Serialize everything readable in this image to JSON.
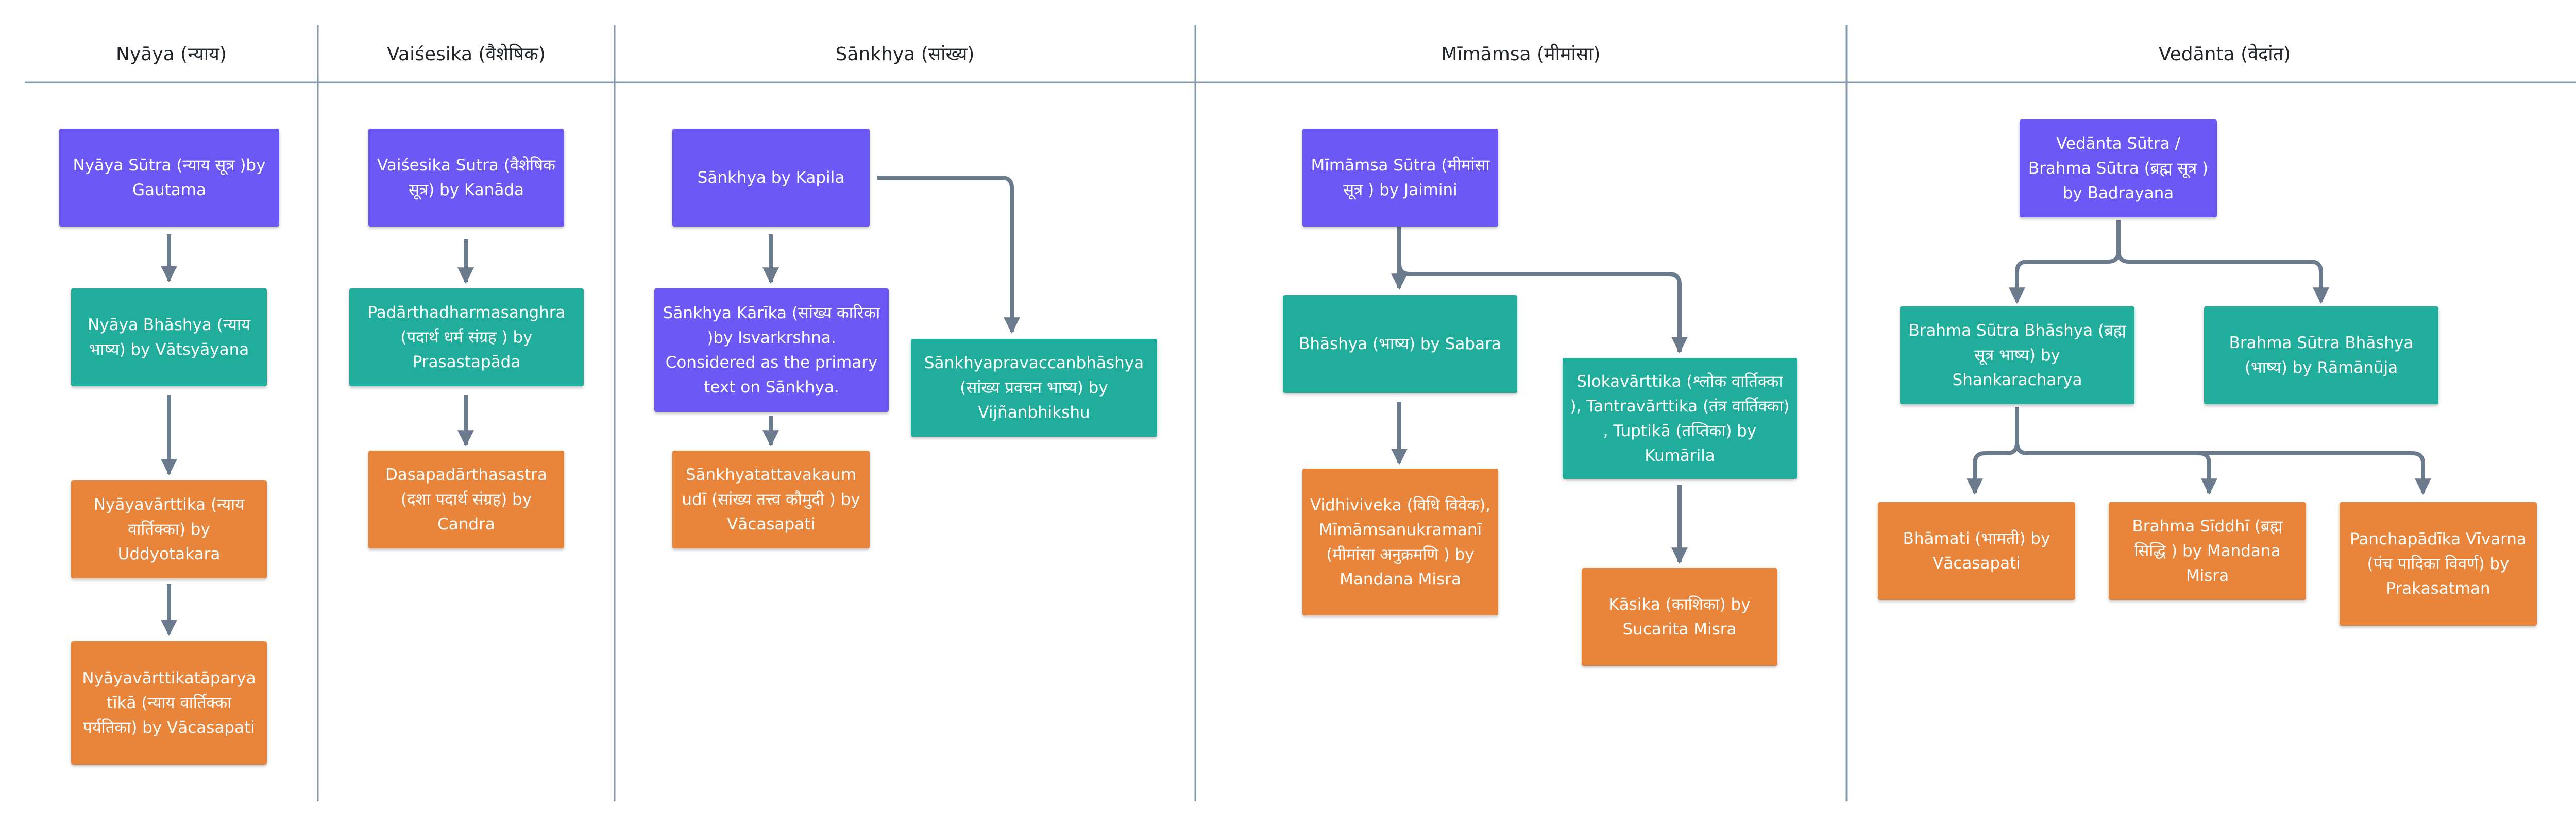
{
  "columns": [
    {
      "title": "Nyāya (न्याय)"
    },
    {
      "title": "Vaiśesika (वैशेषिक)"
    },
    {
      "title": "Sānkhya (सांख्य)"
    },
    {
      "title": "Mīmāmsa (मीमांसा)"
    },
    {
      "title": "Vedānta (वेदांत)"
    }
  ],
  "nodes": {
    "nyaya_sutra": "Nyāya Sūtra (न्याय सूत्र )by Gautama",
    "nyaya_bhashya": "Nyāya Bhāshya (न्याय भाष्य) by Vātsyāyana",
    "nyaya_varttika": "Nyāyavārttika (न्याय वार्तिक्का)  by Uddyotakara",
    "nyaya_varttika_tatparya": "Nyāyavārttikatāparya tīkā (न्याय वार्तिक्का पर्यतिका)  by Vācasapati",
    "vaisesika_sutra": "Vaiśesika Sutra (वैशेषिक सूत्र) by Kanāda",
    "padartha_dharma": "Padārthadharmasanghra (पदार्थ धर्म संग्रह ) by Prasastapāda",
    "dasapadartha": "Dasapadārthasastra (दशा पदार्थ संग्रह) by Candra",
    "sankhya_kapila": "Sānkhya by Kapila",
    "sankhya_karika": "Sānkhya Kārīka (सांख्य कारिका )by Isvarkrshna. Considered as the primary text on Sānkhya.",
    "sankhya_tattva": "Sānkhyatattavakaum udī (सांख्य तत्त्व कौमुदी ) by Vācasapati",
    "sankhya_pravacana": "Sānkhyapravaccanbhāshya (सांख्य प्रवचन भाष्य) by Vijñanbhikshu",
    "mimamsa_sutra": "Mīmāmsa Sūtra (मीमांसा सूत्र ) by Jaimini",
    "bhashya_sabara": "Bhāshya (भाष्य) by Sabara",
    "slokavarttika": "Slokavārttika (श्लोक वार्तिक्का ), Tantravārttika (तंत्र वार्तिक्का) , Tuptikā (तप्तिका) by Kumārila",
    "vidhiviveka": "Vidhiviveka (विधि विवेक), Mīmāmsanukramanī (मीमांसा अनुक्रमणि )  by Mandana Misra",
    "kasika": "Kāsika (काशिका) by Sucarita Misra",
    "vedanta_sutra": "Vedānta Sūtra / Brahma Sūtra (ब्रह्म सूत्र ) by Badrayana",
    "bs_bhashya_shankara": "Brahma Sūtra Bhāshya (ब्रह्म सूत्र भाष्य) by Shankaracharya",
    "bs_bhashya_ramanuja": "Brahma Sūtra Bhāshya (भाष्य) by Rāmānūja",
    "bhamati": "Bhāmati (भामती) by Vācasapati",
    "brahma_siddhi": "Brahma Sīddhī (ब्रह्म सिद्धि ) by Mandana Misra",
    "panchapadika": "Panchapādīka Vīvarna (पंच पादिका विवर्ण) by Prakasatman"
  },
  "colors": {
    "purple": "#6c58f4",
    "teal": "#20ad9b",
    "orange": "#e8853a",
    "connector": "#6b7a8c",
    "divider": "#8597ad"
  }
}
